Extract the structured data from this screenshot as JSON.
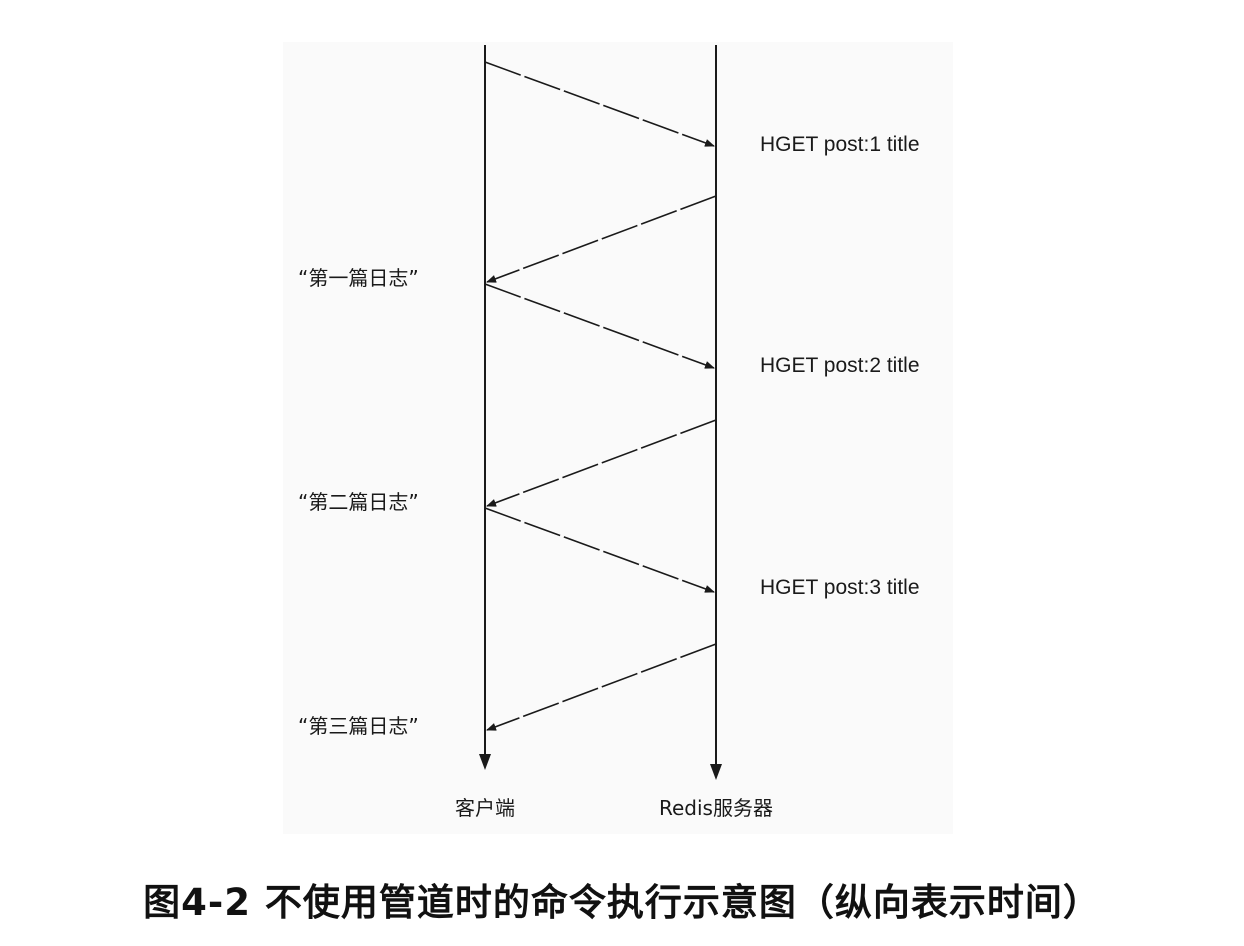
{
  "diagram": {
    "lanes": {
      "client": "客户端",
      "server": "Redis服务器"
    },
    "commands": [
      "HGET post:1 title",
      "HGET post:2 title",
      "HGET post:3 title"
    ],
    "replies": [
      "“第一篇日志”",
      "“第二篇日志”",
      "“第三篇日志”"
    ]
  },
  "caption": "图4-2 不使用管道时的命令执行示意图（纵向表示时间）"
}
